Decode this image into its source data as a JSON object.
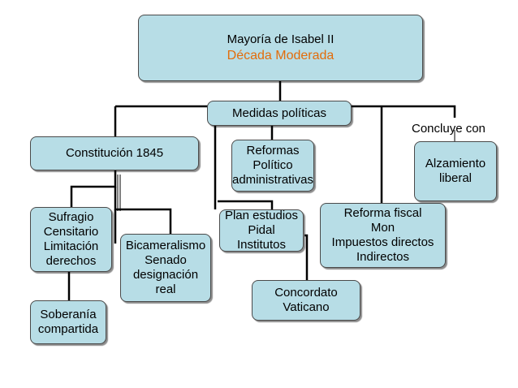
{
  "title": {
    "line1": "Mayoría de  Isabel II",
    "line2": "Década Moderada",
    "accent_color": "#e36c0a"
  },
  "nodes": {
    "medidas": [
      "Medidas políticas"
    ],
    "constitucion": [
      "Constitución 1845"
    ],
    "reformas": [
      "Reformas",
      "Político",
      "administrativas"
    ],
    "alzamiento": [
      "Alzamiento",
      "liberal"
    ],
    "sufragio": [
      "Sufragio",
      "Censitario",
      "Limitación",
      "derechos"
    ],
    "bicameralismo": [
      "Bicameralismo",
      "Senado",
      "designación",
      "real"
    ],
    "plan": [
      "Plan estudios",
      "Pidal",
      "Institutos"
    ],
    "fiscal": [
      "Reforma fiscal",
      "Mon",
      "Impuestos directos",
      "Indirectos"
    ],
    "concordato": [
      "Concordato",
      "Vaticano"
    ],
    "soberania": [
      "Soberanía",
      "compartida"
    ]
  },
  "edge_label": "Concluye con",
  "colors": {
    "box_fill": "#b7dde6",
    "box_border": "#4a4a4a",
    "connector": "#000000"
  }
}
